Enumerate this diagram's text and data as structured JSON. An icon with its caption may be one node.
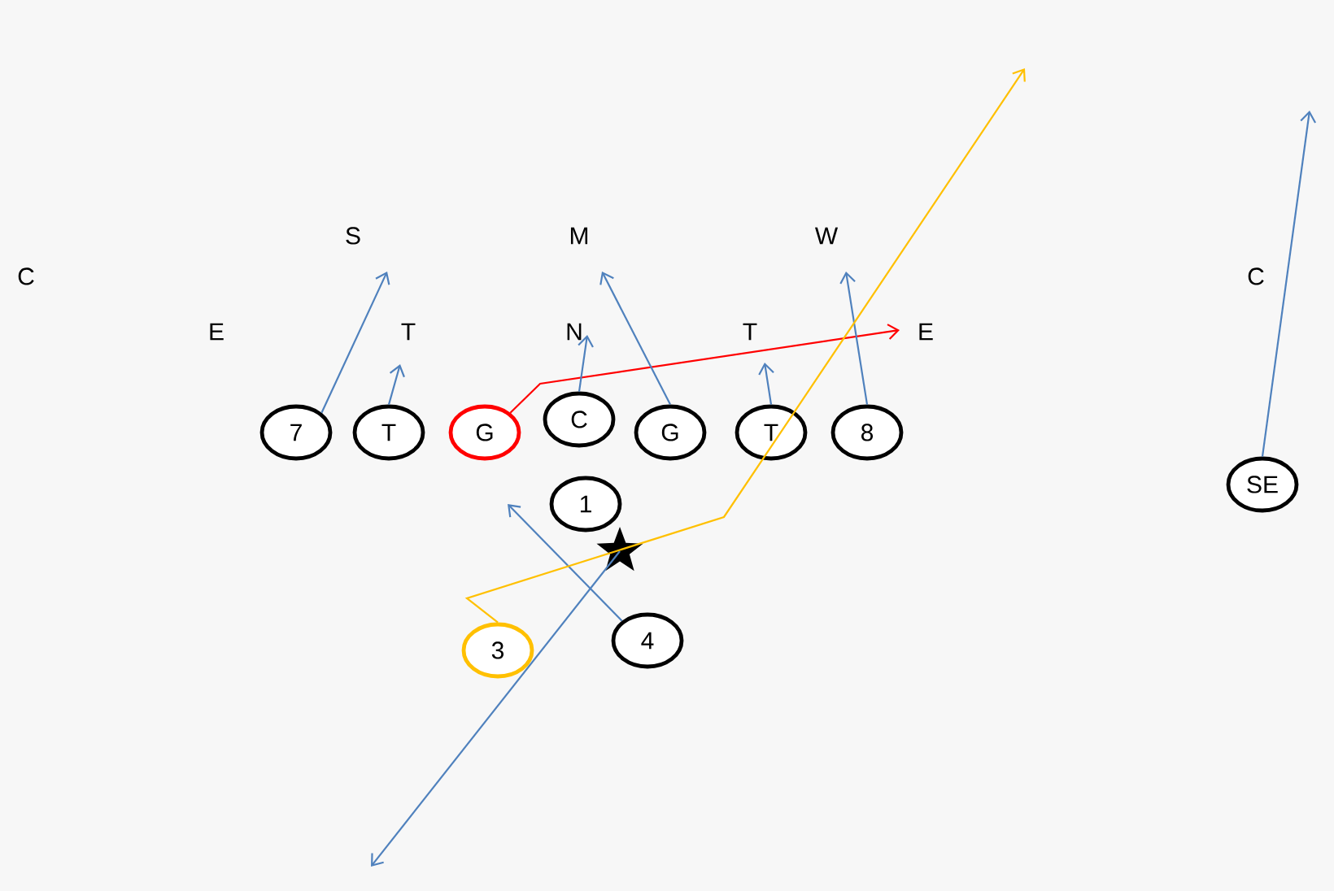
{
  "diagram": {
    "nodes": [
      {
        "text": [
          "C"
        ]
      },
      {
        "text": [
          "S"
        ]
      },
      {
        "text": [
          "M"
        ]
      },
      {
        "text": [
          "W"
        ]
      },
      {
        "text": [
          "C"
        ]
      },
      {
        "text": [
          "E"
        ]
      },
      {
        "text": [
          "T"
        ]
      },
      {
        "text": [
          "N"
        ]
      },
      {
        "text": [
          "T"
        ]
      },
      {
        "text": [
          "E"
        ]
      },
      {
        "text": [
          "7"
        ]
      },
      {
        "text": [
          "T"
        ]
      },
      {
        "text": [
          "G"
        ]
      },
      {
        "text": [
          "C"
        ]
      },
      {
        "text": [
          "G"
        ]
      },
      {
        "text": [
          "T"
        ]
      },
      {
        "text": [
          "8"
        ]
      },
      {
        "text": [
          "SE"
        ]
      },
      {
        "text": [
          "1"
        ]
      },
      {
        "text": [],
        "shape": "star"
      },
      {
        "text": [
          "3"
        ]
      },
      {
        "text": [
          "4"
        ]
      }
    ],
    "edges": [
      {
        "from": 10,
        "to": 1,
        "arrow": "to"
      },
      {
        "from": 11,
        "to": 6,
        "arrow": "to"
      },
      {
        "from": 12,
        "to": 9,
        "arrow": "to",
        "color": "#ff0000"
      },
      {
        "from": 13,
        "to": 7,
        "arrow": "to"
      },
      {
        "from": 14,
        "to": 2,
        "arrow": "to"
      },
      {
        "from": 15,
        "to": 8,
        "arrow": "to"
      },
      {
        "from": 16,
        "to": 3,
        "arrow": "to"
      },
      {
        "from": 17,
        "to": null,
        "arrow": "to"
      },
      {
        "from": 21,
        "to": null,
        "arrow": "to"
      },
      {
        "from": 19,
        "to": null,
        "arrow": "to"
      },
      {
        "from": 20,
        "to": null,
        "arrow": "to",
        "color": "#ffc000"
      }
    ]
  }
}
